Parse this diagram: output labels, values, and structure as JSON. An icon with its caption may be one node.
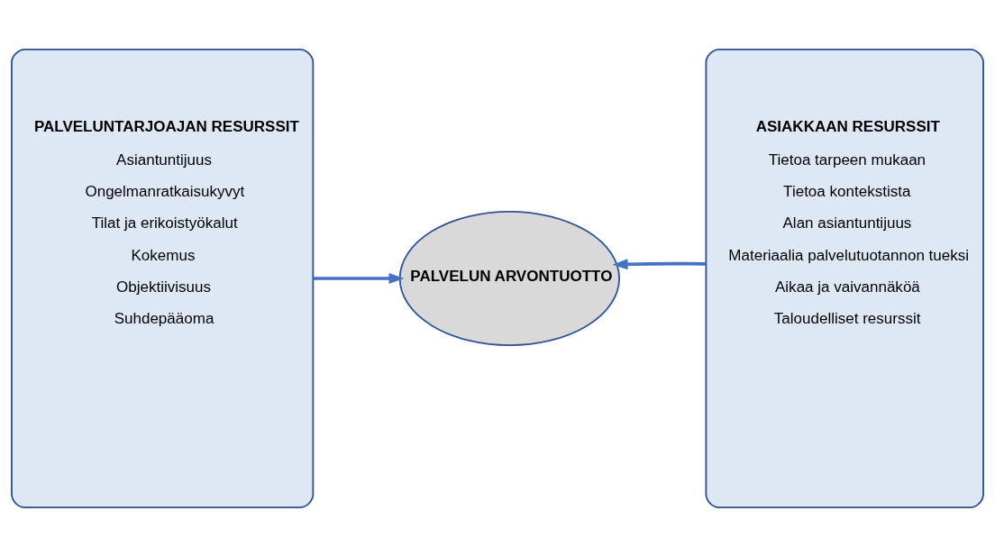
{
  "diagram": {
    "nodes": [
      {
        "text": [
          "PALVELUNTARJOAJAN RESURSSIT",
          "Asiantuntijuus",
          "Ongelmanratkaisukyvyt",
          "Tilat ja erikoistyökalut",
          "Kokemus",
          "Objektiivisuus",
          "Suhdepääoma"
        ]
      },
      {
        "text": [
          "PALVELUN ARVONTUOTTO"
        ]
      },
      {
        "text": [
          "ASIAKKAAN RESURSSIT",
          "Tietoa tarpeen mukaan",
          "Tietoa kontekstista",
          "Alan asiantuntijuus",
          "Materiaalia palvelutuotannon tueksi",
          "Aikaa ja vaivannäköä",
          "Taloudelliset resurssit"
        ]
      }
    ],
    "edges": [
      {
        "from": 0,
        "to": 1,
        "arrow": "to"
      },
      {
        "from": 2,
        "to": 1,
        "arrow": "to"
      }
    ]
  }
}
